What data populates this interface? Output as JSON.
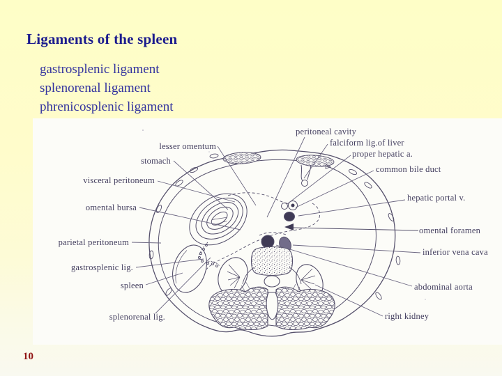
{
  "slide": {
    "title": "Ligaments of the spleen",
    "bullets": [
      "gastrosplenic ligament",
      "splenorenal ligament",
      "phrenicosplenic ligament"
    ],
    "page_number": "10"
  },
  "figure": {
    "labels_left": [
      "lesser omentum",
      "stomach",
      "visceral peritoneum",
      "omental bursa",
      "parietal peritoneum",
      "gastrosplenic lig.",
      "spleen",
      "splenorenal lig."
    ],
    "labels_right": [
      "peritoneal cavity",
      "falciform lig.of liver",
      "proper hepatic a.",
      "common bile duct",
      "hepatic portal v.",
      "omental foramen",
      "inferior vena cava",
      "abdominal aorta",
      "right kidney"
    ]
  },
  "colors": {
    "background_top": "#fefec7",
    "background_bottom": "#f9f9f0",
    "figure_background": "#fcfcf8",
    "title_text": "#1b1b8e",
    "bullet_text": "#32329f",
    "label_text": "#454060",
    "ink": "#55506b",
    "page_number_text": "#901313"
  }
}
